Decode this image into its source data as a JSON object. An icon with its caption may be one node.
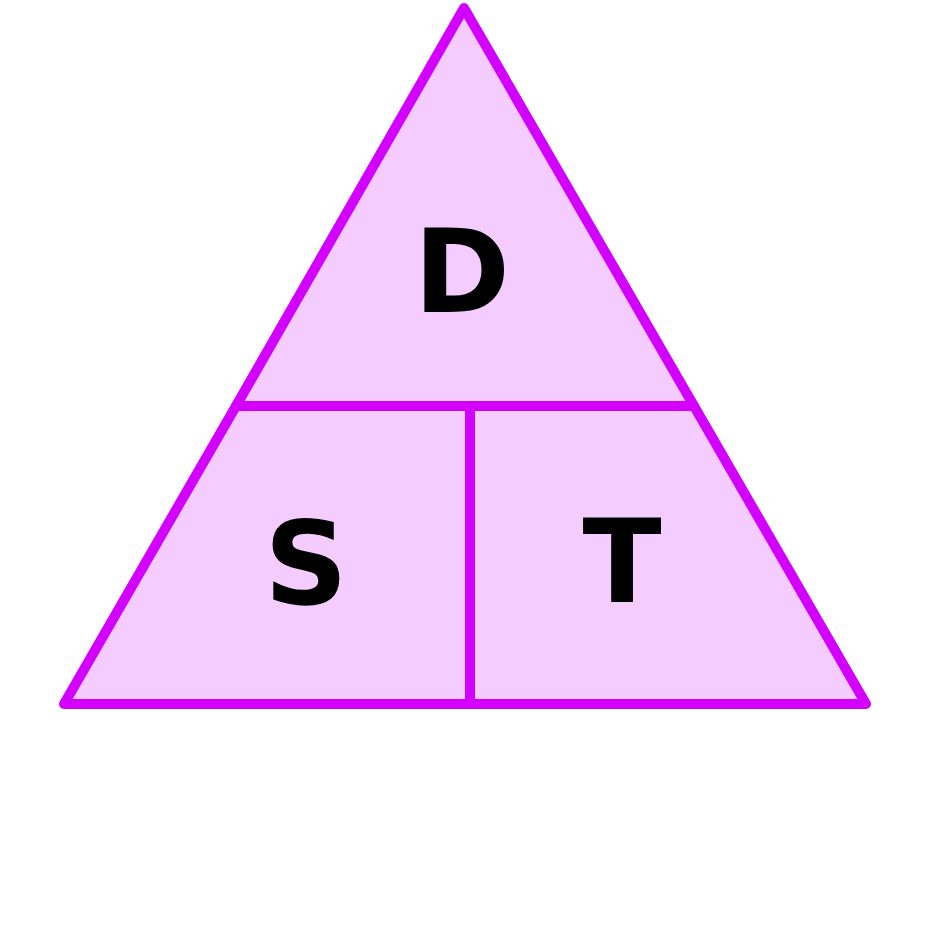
{
  "diagram": {
    "nodes": [
      {
        "text": [
          "D"
        ]
      },
      {
        "text": [
          "S"
        ]
      },
      {
        "text": [
          "T"
        ]
      }
    ],
    "edges": []
  }
}
